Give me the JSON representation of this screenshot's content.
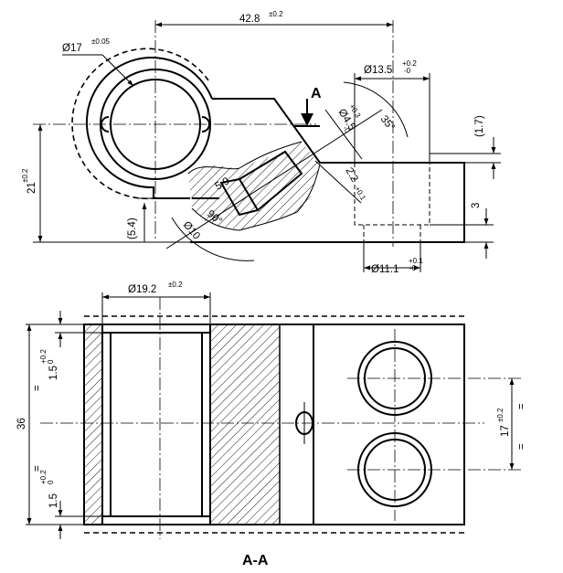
{
  "view_label": "A",
  "section_label": "A-A",
  "dimensions": {
    "total_length": "42.8",
    "total_length_tol": "±0.2",
    "bore_diameter": "Ø17",
    "bore_diameter_tol": "±0.05",
    "cbore_diameter": "Ø13.5",
    "cbore_tol_upper": "+0.2",
    "cbore_tol_lower": "-0",
    "offset_1_7": "(1.7)",
    "angle_35": "35°",
    "hole_diameter": "Ø4.5",
    "hole_tol_upper": "+0.3",
    "hole_tol_lower": "-0",
    "depth_2_2": "2.2",
    "depth_2_2_tol": "+0.1",
    "height_21": "21",
    "height_21_tol": "±0.2",
    "depth_5_9": "5.9",
    "spot_diameter": "Ø10",
    "angle_90": "90°",
    "offset_5_4": "(5.4)",
    "thickness_3": "3",
    "hole_bottom_diameter": "Ø11.1",
    "hole_bottom_tol_upper": "+0.1",
    "hole_bottom_tol_lower": "-0",
    "section_bore": "Ø19.2",
    "section_bore_tol": "±0.2",
    "width_36": "36",
    "flange_top": "1.5",
    "flange_top_tol_upper": "+0.2",
    "flange_top_tol_lower": "0",
    "flange_bottom": "1.5",
    "flange_bottom_tol_upper": "+0.2",
    "flange_bottom_tol_lower": "0",
    "pitch_17": "17",
    "pitch_17_tol": "±0.2",
    "equal_mark": "="
  }
}
